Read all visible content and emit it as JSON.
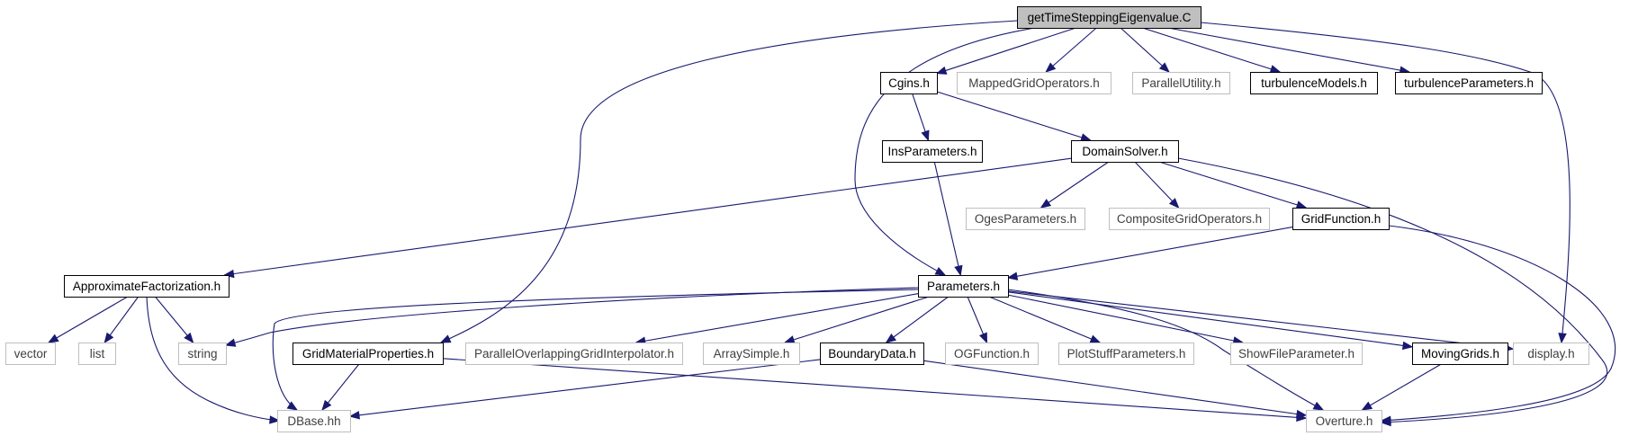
{
  "style": {
    "edge_color": "#191970",
    "root_fill": "#bfbfbf",
    "documented_border": "#000000",
    "external_border": "#bfbfbf",
    "documented_text": "#000000",
    "external_text": "#404040"
  },
  "graph": {
    "nodes": [
      {
        "id": "root",
        "label": "getTimeSteppingEigenvalue.C",
        "kind": "root"
      },
      {
        "id": "cgins",
        "label": "Cgins.h",
        "kind": "documented"
      },
      {
        "id": "mgo",
        "label": "MappedGridOperators.h",
        "kind": "external"
      },
      {
        "id": "pu",
        "label": "ParallelUtility.h",
        "kind": "external"
      },
      {
        "id": "tm",
        "label": "turbulenceModels.h",
        "kind": "documented"
      },
      {
        "id": "tp",
        "label": "turbulenceParameters.h",
        "kind": "documented"
      },
      {
        "id": "insp",
        "label": "InsParameters.h",
        "kind": "documented"
      },
      {
        "id": "ds",
        "label": "DomainSolver.h",
        "kind": "documented"
      },
      {
        "id": "ogesp",
        "label": "OgesParameters.h",
        "kind": "external"
      },
      {
        "id": "cgo",
        "label": "CompositeGridOperators.h",
        "kind": "external"
      },
      {
        "id": "gf",
        "label": "GridFunction.h",
        "kind": "documented"
      },
      {
        "id": "af",
        "label": "ApproximateFactorization.h",
        "kind": "documented"
      },
      {
        "id": "params",
        "label": "Parameters.h",
        "kind": "documented"
      },
      {
        "id": "vector",
        "label": "vector",
        "kind": "external"
      },
      {
        "id": "list",
        "label": "list",
        "kind": "external"
      },
      {
        "id": "string",
        "label": "string",
        "kind": "external"
      },
      {
        "id": "gmp",
        "label": "GridMaterialProperties.h",
        "kind": "documented"
      },
      {
        "id": "pogi",
        "label": "ParallelOverlappingGridInterpolator.h",
        "kind": "external"
      },
      {
        "id": "as",
        "label": "ArraySimple.h",
        "kind": "external"
      },
      {
        "id": "bd",
        "label": "BoundaryData.h",
        "kind": "documented"
      },
      {
        "id": "ogf",
        "label": "OGFunction.h",
        "kind": "external"
      },
      {
        "id": "psp",
        "label": "PlotStuffParameters.h",
        "kind": "external"
      },
      {
        "id": "sfp",
        "label": "ShowFileParameter.h",
        "kind": "external"
      },
      {
        "id": "mg",
        "label": "MovingGrids.h",
        "kind": "documented"
      },
      {
        "id": "display",
        "label": "display.h",
        "kind": "external"
      },
      {
        "id": "dbase",
        "label": "DBase.hh",
        "kind": "external"
      },
      {
        "id": "overture",
        "label": "Overture.h",
        "kind": "external"
      }
    ],
    "edges": [
      {
        "from": "root",
        "to": "cgins"
      },
      {
        "from": "root",
        "to": "mgo"
      },
      {
        "from": "root",
        "to": "pu"
      },
      {
        "from": "root",
        "to": "tm"
      },
      {
        "from": "root",
        "to": "tp"
      },
      {
        "from": "root",
        "to": "params"
      },
      {
        "from": "root",
        "to": "gmp"
      },
      {
        "from": "root",
        "to": "display"
      },
      {
        "from": "cgins",
        "to": "insp"
      },
      {
        "from": "cgins",
        "to": "ds"
      },
      {
        "from": "insp",
        "to": "params"
      },
      {
        "from": "ds",
        "to": "af"
      },
      {
        "from": "ds",
        "to": "ogesp"
      },
      {
        "from": "ds",
        "to": "cgo"
      },
      {
        "from": "ds",
        "to": "gf"
      },
      {
        "from": "ds",
        "to": "overture"
      },
      {
        "from": "gf",
        "to": "params"
      },
      {
        "from": "gf",
        "to": "overture"
      },
      {
        "from": "af",
        "to": "vector"
      },
      {
        "from": "af",
        "to": "list"
      },
      {
        "from": "af",
        "to": "string"
      },
      {
        "from": "af",
        "to": "dbase"
      },
      {
        "from": "params",
        "to": "string"
      },
      {
        "from": "params",
        "to": "dbase"
      },
      {
        "from": "params",
        "to": "pogi"
      },
      {
        "from": "params",
        "to": "as"
      },
      {
        "from": "params",
        "to": "bd"
      },
      {
        "from": "params",
        "to": "ogf"
      },
      {
        "from": "params",
        "to": "psp"
      },
      {
        "from": "params",
        "to": "sfp"
      },
      {
        "from": "params",
        "to": "mg"
      },
      {
        "from": "params",
        "to": "display"
      },
      {
        "from": "params",
        "to": "overture"
      },
      {
        "from": "gmp",
        "to": "dbase"
      },
      {
        "from": "gmp",
        "to": "overture"
      },
      {
        "from": "bd",
        "to": "dbase"
      },
      {
        "from": "bd",
        "to": "overture"
      },
      {
        "from": "mg",
        "to": "overture"
      }
    ]
  }
}
